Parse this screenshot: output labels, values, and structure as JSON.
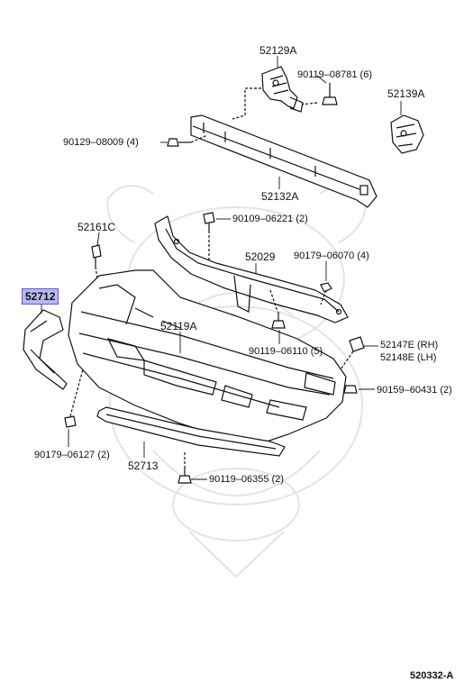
{
  "diagram": {
    "highlighted_part": "52712",
    "diagram_code": "520332-A",
    "watermark": "toyota-crest-watermark",
    "parts": [
      {
        "id": "p52129A",
        "number": "52129A"
      },
      {
        "id": "p90119_08781",
        "number": "90119–08781 (6)"
      },
      {
        "id": "p52139A",
        "number": "52139A"
      },
      {
        "id": "p90129_08009",
        "number": "90129–08009 (4)"
      },
      {
        "id": "p52132A",
        "number": "52132A"
      },
      {
        "id": "p52161C",
        "number": "52161C"
      },
      {
        "id": "p90109_06221",
        "number": "90109–06221 (2)"
      },
      {
        "id": "p52029",
        "number": "52029"
      },
      {
        "id": "p90179_06070",
        "number": "90179–06070 (4)"
      },
      {
        "id": "p52119A",
        "number": "52119A"
      },
      {
        "id": "p90119_06110",
        "number": "90119–06110 (5)"
      },
      {
        "id": "p52147E",
        "number": "52147E (RH)"
      },
      {
        "id": "p52148E",
        "number": "52148E (LH)"
      },
      {
        "id": "p90159_60431",
        "number": "90159–60431 (2)"
      },
      {
        "id": "p90179_06127",
        "number": "90179–06127 (2)"
      },
      {
        "id": "p52713",
        "number": "52713"
      },
      {
        "id": "p90119_06355",
        "number": "90119–06355 (2)"
      }
    ]
  }
}
